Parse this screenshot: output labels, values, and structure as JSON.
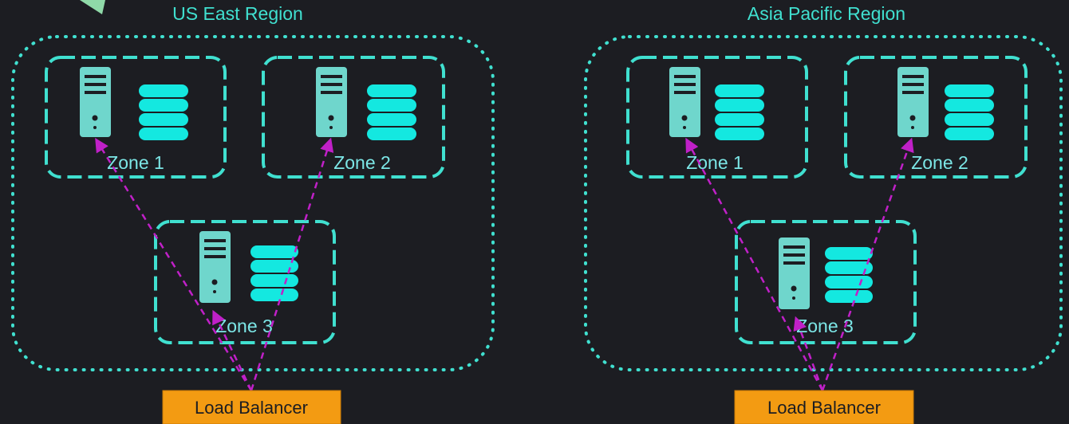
{
  "colors": {
    "background": "#1c1d22",
    "region_border": "#40e0d0",
    "zone_border": "#40e0d0",
    "server": "#6fd6cc",
    "database": "#14e8e0",
    "arrow": "#c020c8",
    "load_balancer": "#f39b12",
    "corner_shape": "#8fd9a8"
  },
  "icons": {
    "server": "server-icon",
    "database": "database-icon"
  },
  "regions": [
    {
      "title": "US East Region",
      "zones": [
        {
          "label": "Zone 1"
        },
        {
          "label": "Zone 2"
        },
        {
          "label": "Zone 3"
        }
      ],
      "load_balancer": {
        "label": "Load Balancer"
      }
    },
    {
      "title": "Asia Pacific Region",
      "zones": [
        {
          "label": "Zone 1"
        },
        {
          "label": "Zone 2"
        },
        {
          "label": "Zone 3"
        }
      ],
      "load_balancer": {
        "label": "Load Balancer"
      }
    }
  ]
}
